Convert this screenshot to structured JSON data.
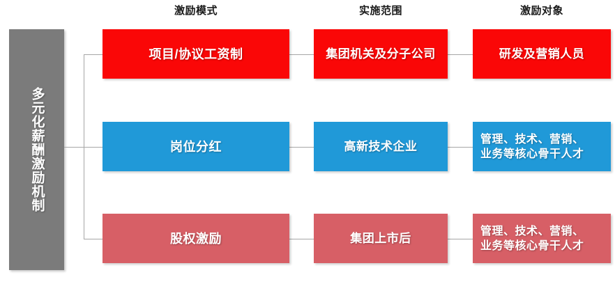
{
  "diagram": {
    "root": {
      "label": "多元化薪酬激励机制",
      "color": "#7b7b7b"
    },
    "column_headers": [
      {
        "label": "激励模式"
      },
      {
        "label": "实施范围"
      },
      {
        "label": "激励对象"
      }
    ],
    "rows": [
      {
        "color": "#fa0707",
        "cells": [
          {
            "label": "项目/协议工资制"
          },
          {
            "label": "集团机关及分子公司"
          },
          {
            "label": "研发及营销人员"
          }
        ]
      },
      {
        "color": "#2099d8",
        "cells": [
          {
            "label": "岗位分红"
          },
          {
            "label": "高新技术企业"
          },
          {
            "label": "管理、技术、营销、\n业务等核心骨干人才"
          }
        ]
      },
      {
        "color": "#d75f66",
        "cells": [
          {
            "label": "股权激励"
          },
          {
            "label": "集团上市后"
          },
          {
            "label": "管理、技术、营销、\n业务等核心骨干人才"
          }
        ]
      }
    ]
  }
}
